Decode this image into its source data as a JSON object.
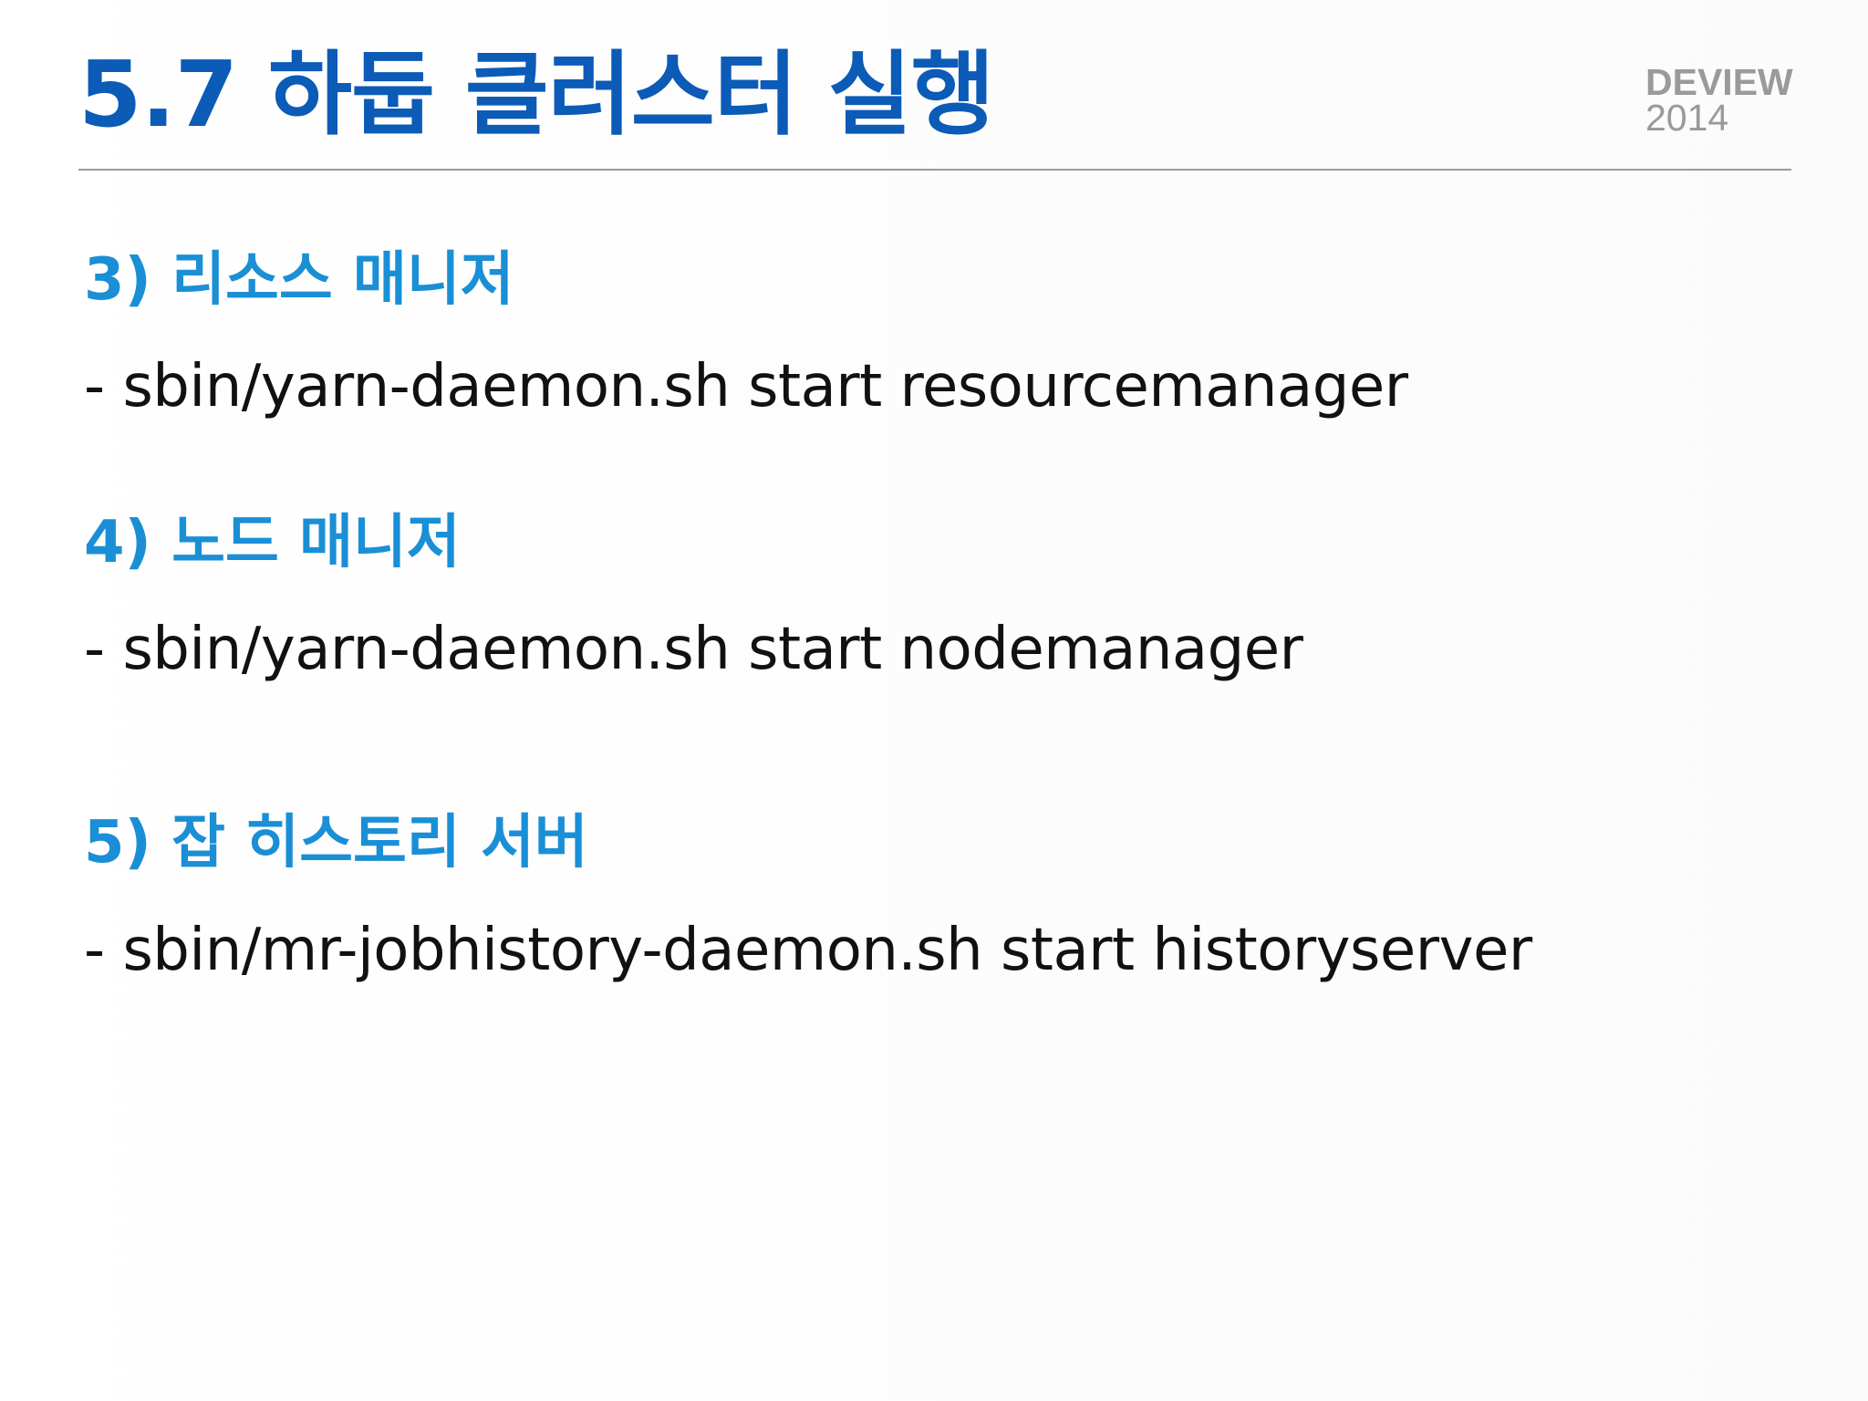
{
  "slide": {
    "title": "5.7 하둡 클러스터 실행",
    "logo": {
      "line1": "DEVIEW",
      "line2": "2014"
    },
    "sections": [
      {
        "heading": "3) 리소스 매니저",
        "command": "- sbin/yarn-daemon.sh start resourcemanager"
      },
      {
        "heading": "4) 노드 매니저",
        "command": "- sbin/yarn-daemon.sh start nodemanager"
      },
      {
        "heading": "5) 잡 히스토리 서버",
        "command": "- sbin/mr-jobhistory-daemon.sh start historyserver"
      }
    ]
  },
  "colors": {
    "title": "#0b5bb7",
    "heading": "#1a8fd6",
    "body_text": "#111111",
    "logo": "#9a9a9a",
    "rule": "#9a9a9a",
    "background": "#ffffff"
  }
}
